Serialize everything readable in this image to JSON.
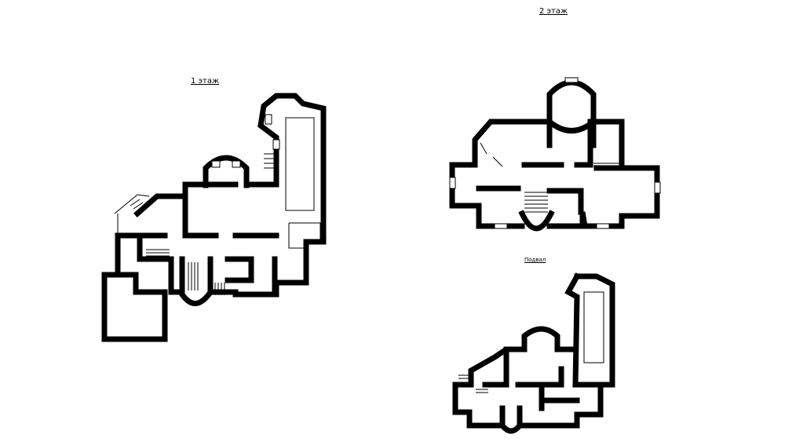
{
  "labels": {
    "floor1": "1 этаж",
    "floor2": "2 этаж",
    "basement": "Подвал"
  },
  "colors": {
    "walls": "#000000",
    "background": "#ffffff"
  }
}
